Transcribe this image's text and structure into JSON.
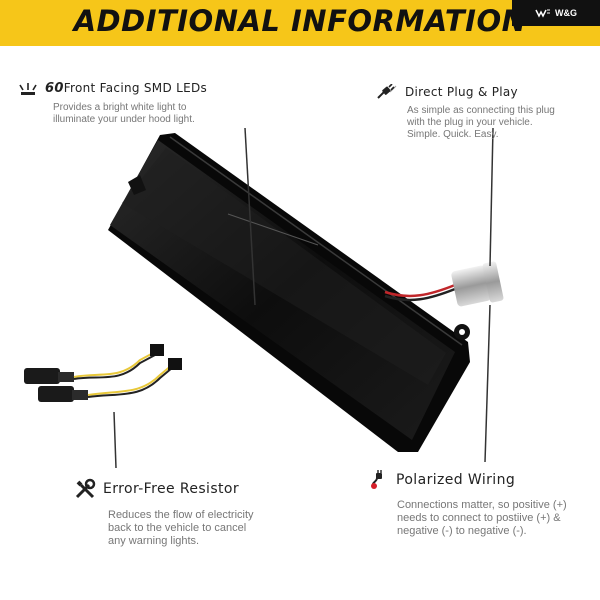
{
  "banner": {
    "title": "ADDITIONAL INFORMATION",
    "brand": "W&G",
    "color": "#f6c619"
  },
  "features": {
    "leds": {
      "icon": "light-rays-icon",
      "count": "60",
      "title": "Front Facing SMD LEDs",
      "desc_lines": [
        "Provides a bright white light to",
        "illuminate your under hood light."
      ]
    },
    "plug": {
      "icon": "plug-icon",
      "title": "Direct Plug & Play",
      "desc_lines": [
        "As simple as connecting this plug",
        "with the plug in your vehicle.",
        "Simple. Quick. Easy."
      ]
    },
    "resistor": {
      "icon": "wrench-screwdriver-icon",
      "title": "Error-Free Resistor",
      "desc_lines": [
        "Reduces the flow of electricity",
        "back to the vehicle to cancel",
        "any warning lights."
      ]
    },
    "wiring": {
      "icon": "polarized-wiring-icon",
      "title": "Polarized Wiring",
      "desc_lines": [
        "Connections matter, so positive (+)",
        "needs to connect to postiive (+) &",
        "negative (-) to negative (-)."
      ]
    }
  }
}
